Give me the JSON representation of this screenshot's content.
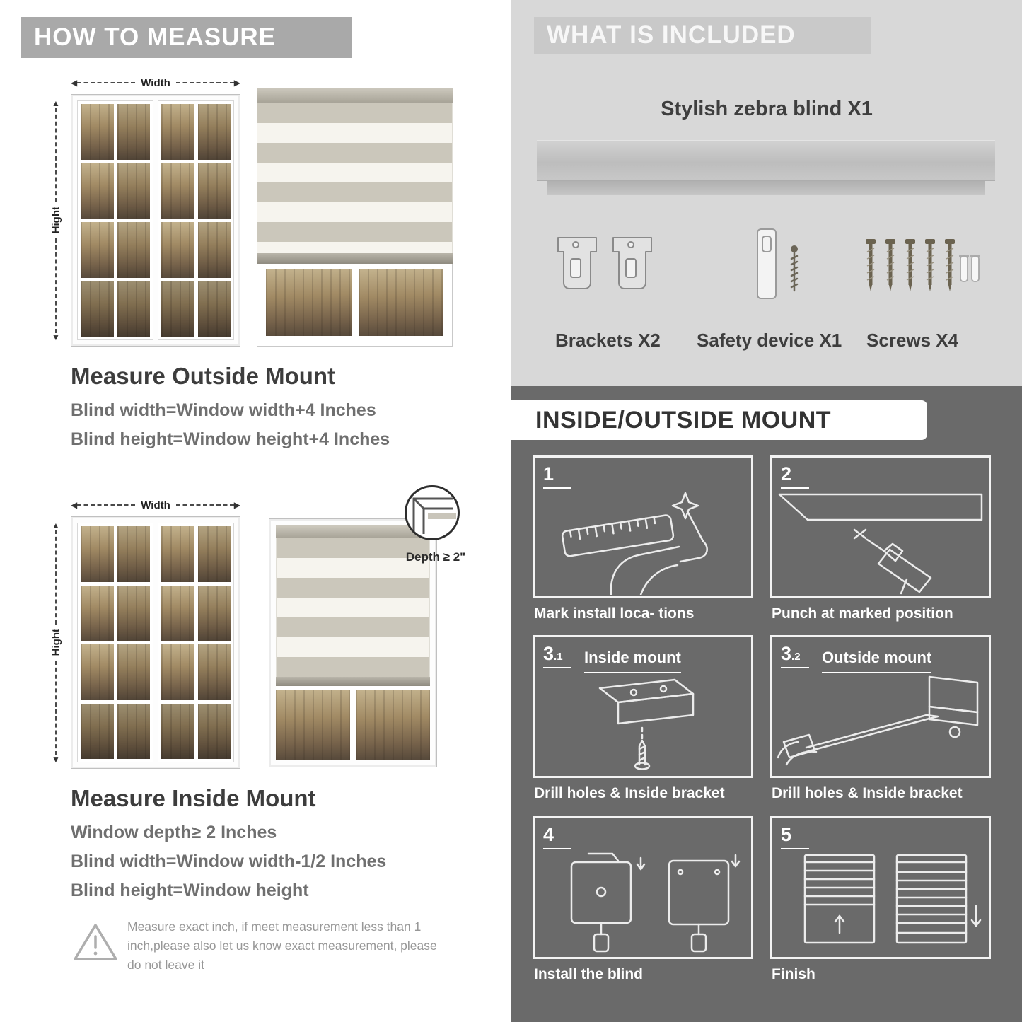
{
  "colors": {
    "measure_header_bar": "#a9a9a9",
    "included_background": "#d8d8d8",
    "mount_background": "#6a6a6a",
    "text_dark": "#3d3d3d",
    "text_gray": "#6f6f6f",
    "white": "#ffffff"
  },
  "measure": {
    "header": "HOW TO MEASURE",
    "outside": {
      "width_label": "Width",
      "height_label": "Hight",
      "title": "Measure Outside Mount",
      "formula1": "Blind width=Window width+4 Inches",
      "formula2": "Blind height=Window height+4 Inches"
    },
    "inside": {
      "width_label": "Width",
      "height_label": "Hight",
      "depth_label": "Depth ≥ 2\"",
      "title": "Measure Inside Mount",
      "formula0": "Window depth≥ 2 Inches",
      "formula1": "Blind width=Window width-1/2 Inches",
      "formula2": "Blind height=Window height"
    },
    "warning": "Measure exact inch, if meet measurement less than 1 inch,please also let us know exact measurement, please do not leave it"
  },
  "included": {
    "header": "WHAT IS INCLUDED",
    "blind_label": "Stylish zebra blind X1",
    "items": [
      {
        "label": "Brackets X2",
        "icon": "brackets-icon"
      },
      {
        "label": "Safety device X1",
        "icon": "safety-device-icon"
      },
      {
        "label": "Screws X4",
        "icon": "screws-icon"
      }
    ]
  },
  "mount": {
    "header": "INSIDE/OUTSIDE MOUNT",
    "steps": [
      {
        "num": "1",
        "sub": "",
        "title": "",
        "caption": "Mark install loca- tions"
      },
      {
        "num": "2",
        "sub": "",
        "title": "",
        "caption": "Punch at  marked position"
      },
      {
        "num": "3",
        "sub": ".1",
        "title": "Inside mount",
        "caption": "Drill holes &  Inside bracket"
      },
      {
        "num": "3",
        "sub": ".2",
        "title": "Outside mount",
        "caption": "Drill holes &  Inside bracket"
      },
      {
        "num": "4",
        "sub": "",
        "title": "",
        "caption": "Install the blind"
      },
      {
        "num": "5",
        "sub": "",
        "title": "",
        "caption": "Finish"
      }
    ]
  }
}
